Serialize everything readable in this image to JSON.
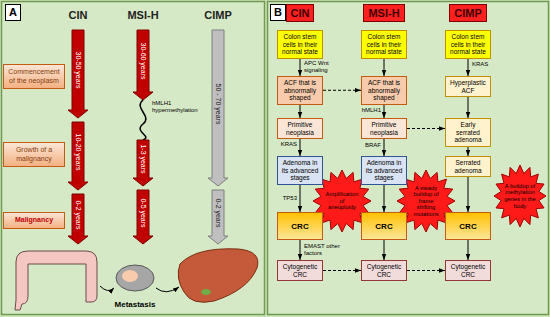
{
  "diagram": {
    "nodes": [
      {
        "text": [
          "A"
        ]
      },
      {
        "text": [
          "Commencement of the neoplasm"
        ]
      },
      {
        "text": [
          "Growth of a malignancy"
        ]
      },
      {
        "text": [
          "Malignancy"
        ]
      },
      {
        "text": [
          "B"
        ]
      },
      {
        "text": [
          "CIN"
        ]
      },
      {
        "text": [
          "MSI-H"
        ]
      },
      {
        "text": [
          "CIMP"
        ]
      },
      {
        "text": [
          "Colon stem cells in their normal state"
        ]
      },
      {
        "text": [
          "Colon stem cells in their normal state"
        ]
      },
      {
        "text": [
          "Colon stem cells in their normal state"
        ]
      },
      {
        "text": [
          "ACF that is abnormally shaped"
        ]
      },
      {
        "text": [
          "ACF that is abnormally shaped"
        ]
      },
      {
        "text": [
          "Hyperplastic ACF"
        ]
      },
      {
        "text": [
          "Primitive neoplasia"
        ]
      },
      {
        "text": [
          "Primitive neoplasia"
        ]
      },
      {
        "text": [
          "Early serrated adenoma"
        ]
      },
      {
        "text": [
          "Adenoma in its advanced stages"
        ]
      },
      {
        "text": [
          "Adenoma in its advanced stages"
        ]
      },
      {
        "text": [
          "Serrated adenoma"
        ]
      },
      {
        "text": [
          "CRC"
        ]
      },
      {
        "text": [
          "CRC"
        ]
      },
      {
        "text": [
          "CRC"
        ]
      },
      {
        "text": [
          "Cytogenetic CRC"
        ]
      },
      {
        "text": [
          "Cytogenetic CRC"
        ]
      },
      {
        "text": [
          "Cytogenetic CRC"
        ]
      },
      {
        "text": [
          "Amplification of aneuploidy"
        ]
      },
      {
        "text": [
          "A steady buildup of frame shifting mutations"
        ]
      },
      {
        "text": [
          "A buildup of methylation genes in the body"
        ]
      }
    ],
    "edges": [
      {
        "from": 8,
        "to": 11,
        "arrow": "to"
      },
      {
        "from": 11,
        "to": 14,
        "arrow": "to"
      },
      {
        "from": 14,
        "to": 17,
        "arrow": "to"
      },
      {
        "from": 17,
        "to": 20,
        "arrow": "to"
      },
      {
        "from": 20,
        "to": 23,
        "arrow": "to"
      },
      {
        "from": 9,
        "to": 12,
        "arrow": "to"
      },
      {
        "from": 12,
        "to": 15,
        "arrow": "to"
      },
      {
        "from": 15,
        "to": 18,
        "arrow": "to"
      },
      {
        "from": 18,
        "to": 21,
        "arrow": "to"
      },
      {
        "from": 21,
        "to": 24,
        "arrow": "to"
      },
      {
        "from": 10,
        "to": 13,
        "arrow": "to"
      },
      {
        "from": 13,
        "to": 16,
        "arrow": "to"
      },
      {
        "from": 16,
        "to": 19,
        "arrow": "to"
      },
      {
        "from": 19,
        "to": 22,
        "arrow": "to"
      },
      {
        "from": 22,
        "to": 25,
        "arrow": "to"
      },
      {
        "from": 11,
        "to": 12,
        "arrow": "to"
      },
      {
        "from": 15,
        "to": 16,
        "arrow": "to"
      },
      {
        "from": 23,
        "to": 24,
        "arrow": "to"
      },
      {
        "from": 24,
        "to": 25,
        "arrow": "to"
      }
    ],
    "labels": [
      "CIN",
      "MSI-H",
      "CIMP",
      "30-50 years",
      "10-20 years",
      "0-2 years",
      "30-60 years",
      "hMLH1 hypermethylation",
      "1-3 years",
      "0-5 years",
      "50 - 70 years",
      "0-2 years",
      "Metastasis",
      "APC Wnt signaling",
      "KRAS",
      "TP53",
      "EMAST other factors",
      "hMLH1",
      "BRAF",
      "KRAS"
    ]
  }
}
